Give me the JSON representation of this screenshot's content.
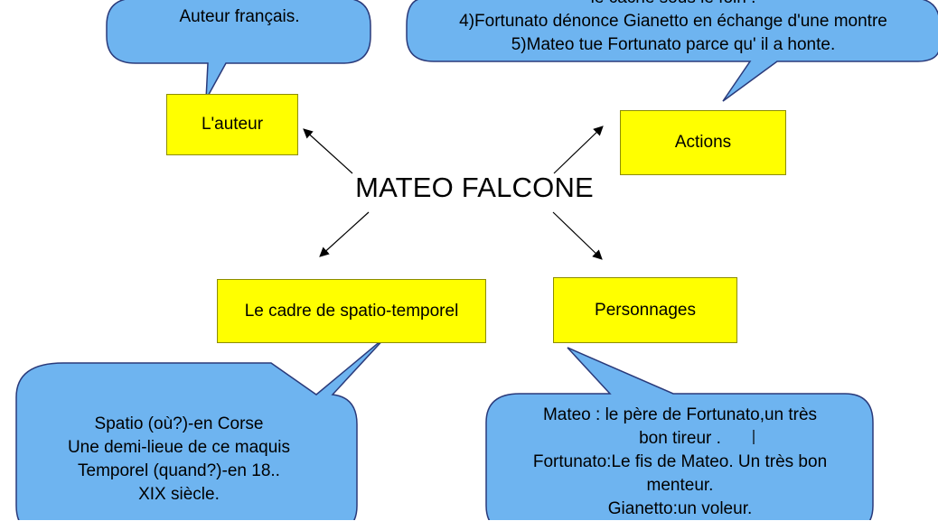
{
  "title": "MATEO FALCONE",
  "nodes": {
    "auteur": "L'auteur",
    "actions": "Actions",
    "cadre": "Le cadre de spatio-temporel",
    "personnages": "Personnages"
  },
  "callouts": {
    "auteur": [
      "Auteur français."
    ],
    "actions": [
      "le cache sous le foin .",
      "4)Fortunato dénonce Gianetto en échange d'une montre",
      "5)Mateo tue Fortunato parce qu' il a honte."
    ],
    "cadre": [
      "Spatio (où?)-en Corse",
      "Une  demi-lieue de ce maquis",
      "Temporel (quand?)-en 18..",
      "XIX siècle."
    ],
    "personnages": [
      "Mateo : le père de Fortunato,un très",
      "bon tireur .",
      "Fortunato:Le fis de Mateo. Un très bon",
      "menteur.",
      "Gianetto:un voleur."
    ]
  },
  "colors": {
    "node_fill": "#ffff00",
    "callout_fill": "#6eb4f0",
    "callout_stroke": "#2a3a7a"
  }
}
